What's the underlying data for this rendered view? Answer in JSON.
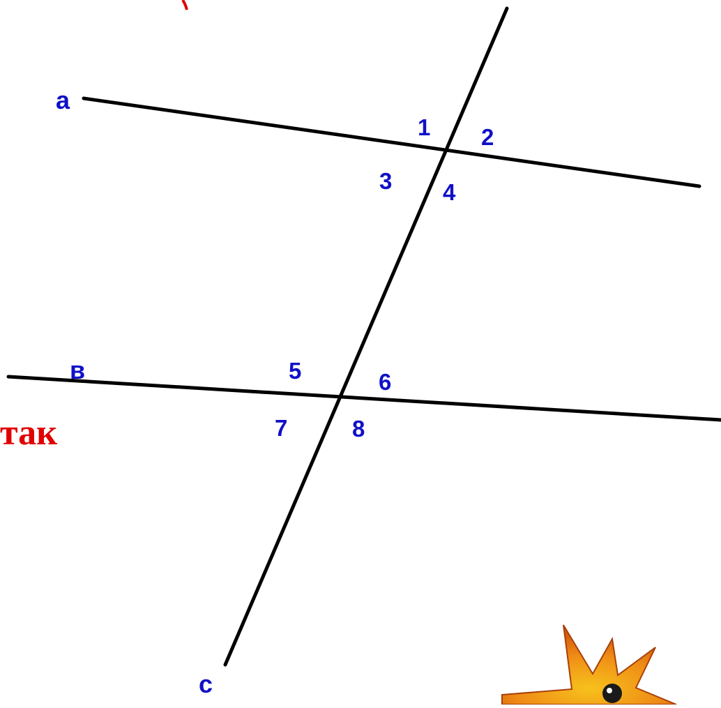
{
  "colors": {
    "line": "#000000",
    "label": "#1010c8",
    "text_red": "#e00000",
    "star_outer": "#e06a10",
    "star_inner": "#f7c21c",
    "star_dark": "#7a2a05"
  },
  "lines": {
    "a": {
      "label": "а"
    },
    "b": {
      "label": "в"
    },
    "c": {
      "label": "с"
    }
  },
  "angles": {
    "1": "1",
    "2": "2",
    "3": "3",
    "4": "4",
    "5": "5",
    "6": "6",
    "7": "7",
    "8": "8"
  },
  "side_text": "так",
  "corner_image": {
    "icon": "starburst-icon"
  }
}
